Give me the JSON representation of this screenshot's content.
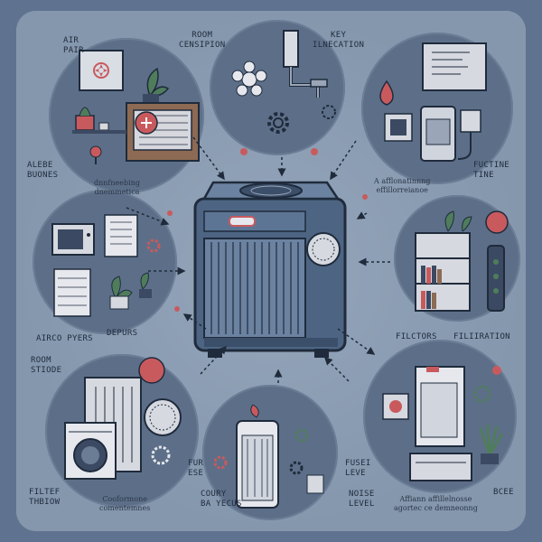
{
  "labels": {
    "air_pair": "AIR\nPAIR",
    "room_censipion": "ROOM\nCENSIPION",
    "key_ilnecation": "KEY\nILNECATION",
    "alebe_buones": "ALEBE\nBUONES",
    "dnnfneebing": "dnnfneebing\ndnemmetica",
    "a_afflonatinnng": "A afflonatinnng\neffillorreianoe",
    "fuctine_tine": "FUCTINE\nTINE",
    "airco_pyers": "AIRCO PYERS",
    "depurs": "DEPURS",
    "filctors": "FILCTORS",
    "filiiration": "FILIIRATION",
    "room_stiode": "ROOM\nstiode",
    "filter_thbiow": "FILTEF\nTHBIOW",
    "cooformone": "Cooformone\ncomentemnes",
    "fur_ese": "FUR\nESE",
    "coury_ba_yecus": "COURY\nBA YECUS",
    "fusei_leve": "FUSEI\nLEVE",
    "noise_level": "NOISE\nLEVEL",
    "affiann": "Affiann affillelnosse\nagortec ce demneonng",
    "bcee": "BCEE"
  },
  "colors": {
    "background": "#5f7390",
    "card": "#8a9cb2",
    "circle": "#5d6f88",
    "accent_red": "#c85a5e",
    "plant_green": "#4f7d5c",
    "outline": "#1f2b3c"
  },
  "icons": [
    "air-conditioner-icon",
    "fan-icon",
    "plant-icon",
    "microwave-icon",
    "washing-machine-icon",
    "bookshelf-icon",
    "air-purifier-icon",
    "gear-icon",
    "pipe-icon",
    "water-drop-icon"
  ]
}
